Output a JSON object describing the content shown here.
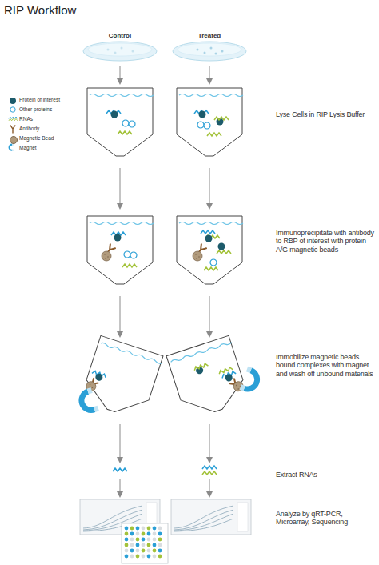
{
  "diagram": {
    "title": "RIP Workflow",
    "labels": [
      "Control",
      "Treated",
      "Lyse Cells in RIP Lysis Buffer",
      "Immunoprecipitate with antibody to RBP of interest with protein A/G magnetic beads",
      "Immobilize magnetic beads bound complexes with magnet and wash off unbound materials",
      "Extract RNAs",
      "Analyze by qRT-PCR, Microarray, Sequencing"
    ],
    "legend": [
      {
        "text": "Protein of interest",
        "color": "#1d5b6b"
      },
      {
        "text": "Other proteins"
      },
      {
        "text": "RNAs"
      },
      {
        "text": "Antibody"
      },
      {
        "text": "Magnetic Bead",
        "color": "#b09a7c"
      },
      {
        "text": "Magnet"
      }
    ]
  }
}
